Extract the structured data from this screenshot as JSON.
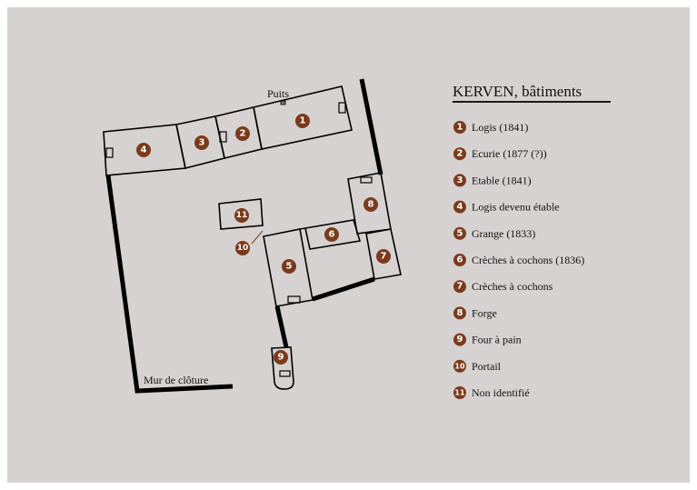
{
  "legend": {
    "title": "KERVEN, bâtiments",
    "items": [
      {
        "num": "1",
        "label": "Logis (1841)"
      },
      {
        "num": "2",
        "label": "Ecurie (1877 (?))"
      },
      {
        "num": "3",
        "label": "Etable (1841)"
      },
      {
        "num": "4",
        "label": "Logis devenu étable"
      },
      {
        "num": "5",
        "label": "Grange (1833)"
      },
      {
        "num": "6",
        "label": "Crèches à cochons (1836)"
      },
      {
        "num": "7",
        "label": "Crèches à cochons"
      },
      {
        "num": "8",
        "label": "Forge"
      },
      {
        "num": "9",
        "label": "Four à pain"
      },
      {
        "num": "10",
        "label": "Portail"
      },
      {
        "num": "11",
        "label": "Non identifié"
      }
    ]
  },
  "plan": {
    "puits_label": "Puits",
    "wall_label": "Mur de clôture"
  },
  "colors": {
    "background": "#d6d2d2",
    "marker": "#7b3a1c"
  }
}
